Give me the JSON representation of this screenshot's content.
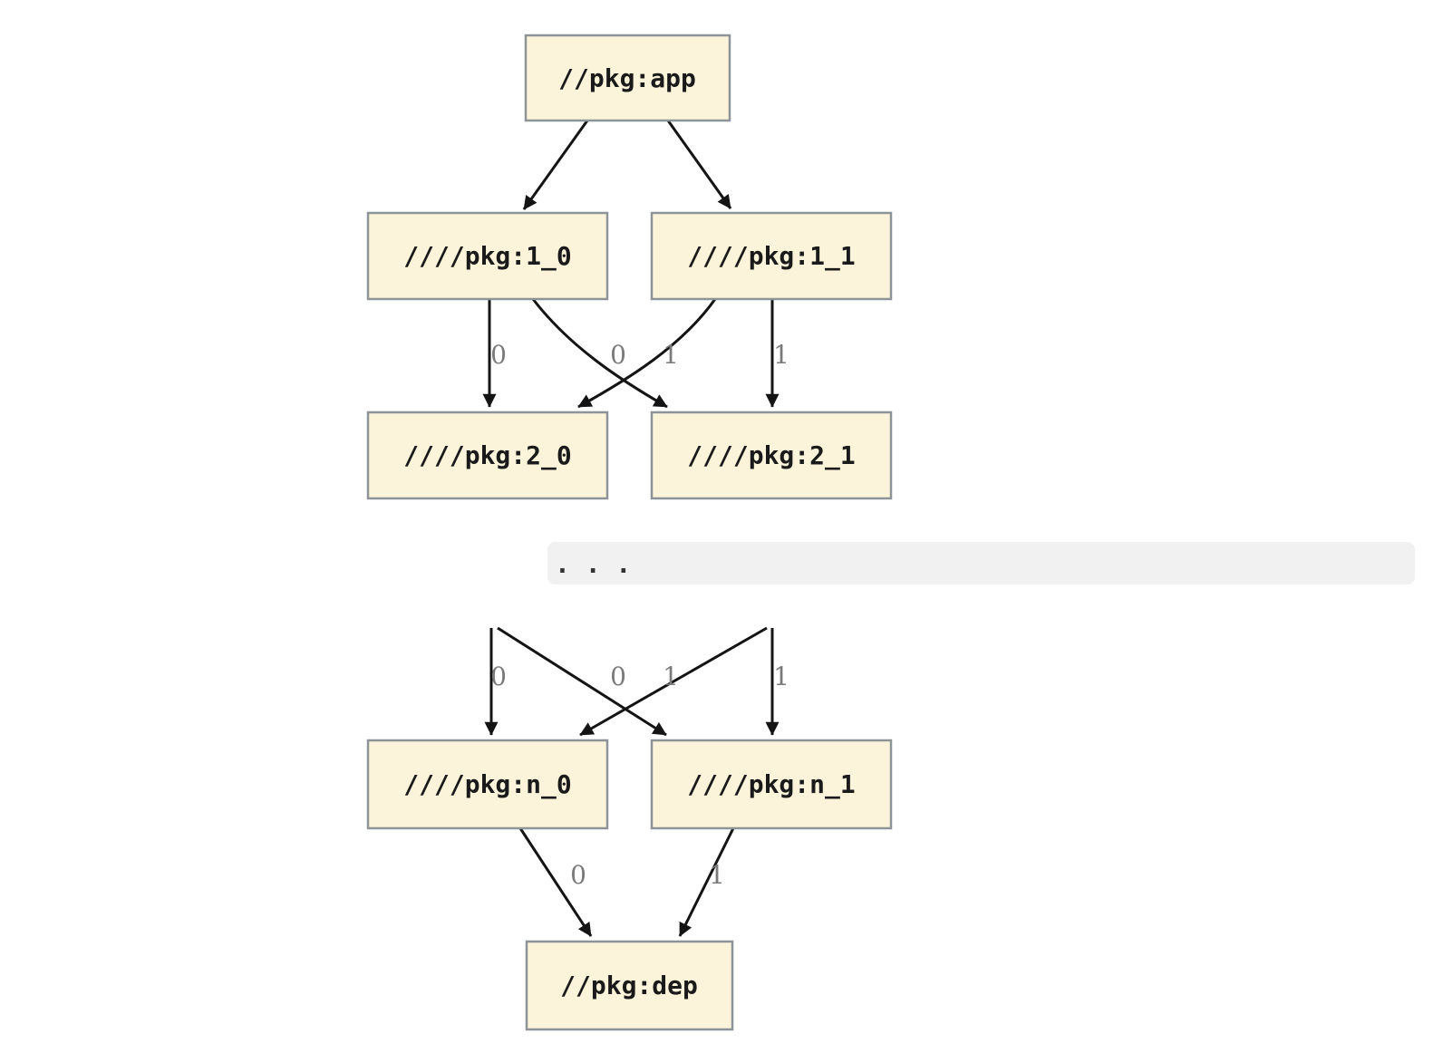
{
  "diagram": {
    "nodes": {
      "app": {
        "label": "//pkg:app"
      },
      "l1_0": {
        "label": "////pkg:1_0"
      },
      "l1_1": {
        "label": "////pkg:1_1"
      },
      "l2_0": {
        "label": "////pkg:2_0"
      },
      "l2_1": {
        "label": "////pkg:2_1"
      },
      "ln_0": {
        "label": "////pkg:n_0"
      },
      "ln_1": {
        "label": "////pkg:n_1"
      },
      "dep": {
        "label": "//pkg:dep"
      }
    },
    "edge_labels": {
      "level1": [
        "0",
        "0",
        "1",
        "1"
      ],
      "leveln": [
        "0",
        "0",
        "1",
        "1"
      ],
      "dep": [
        "0",
        "1"
      ]
    },
    "ellipsis": {
      "text": ". . ."
    }
  },
  "colors": {
    "background": "#ffffff",
    "node_fill": "#fcf4da",
    "node_border": "#8e9398",
    "edge": "#141414",
    "edge_label": "#7a7a7a",
    "ellipsis_bg": "#f1f1f1",
    "ellipsis_dots": "#333333"
  }
}
